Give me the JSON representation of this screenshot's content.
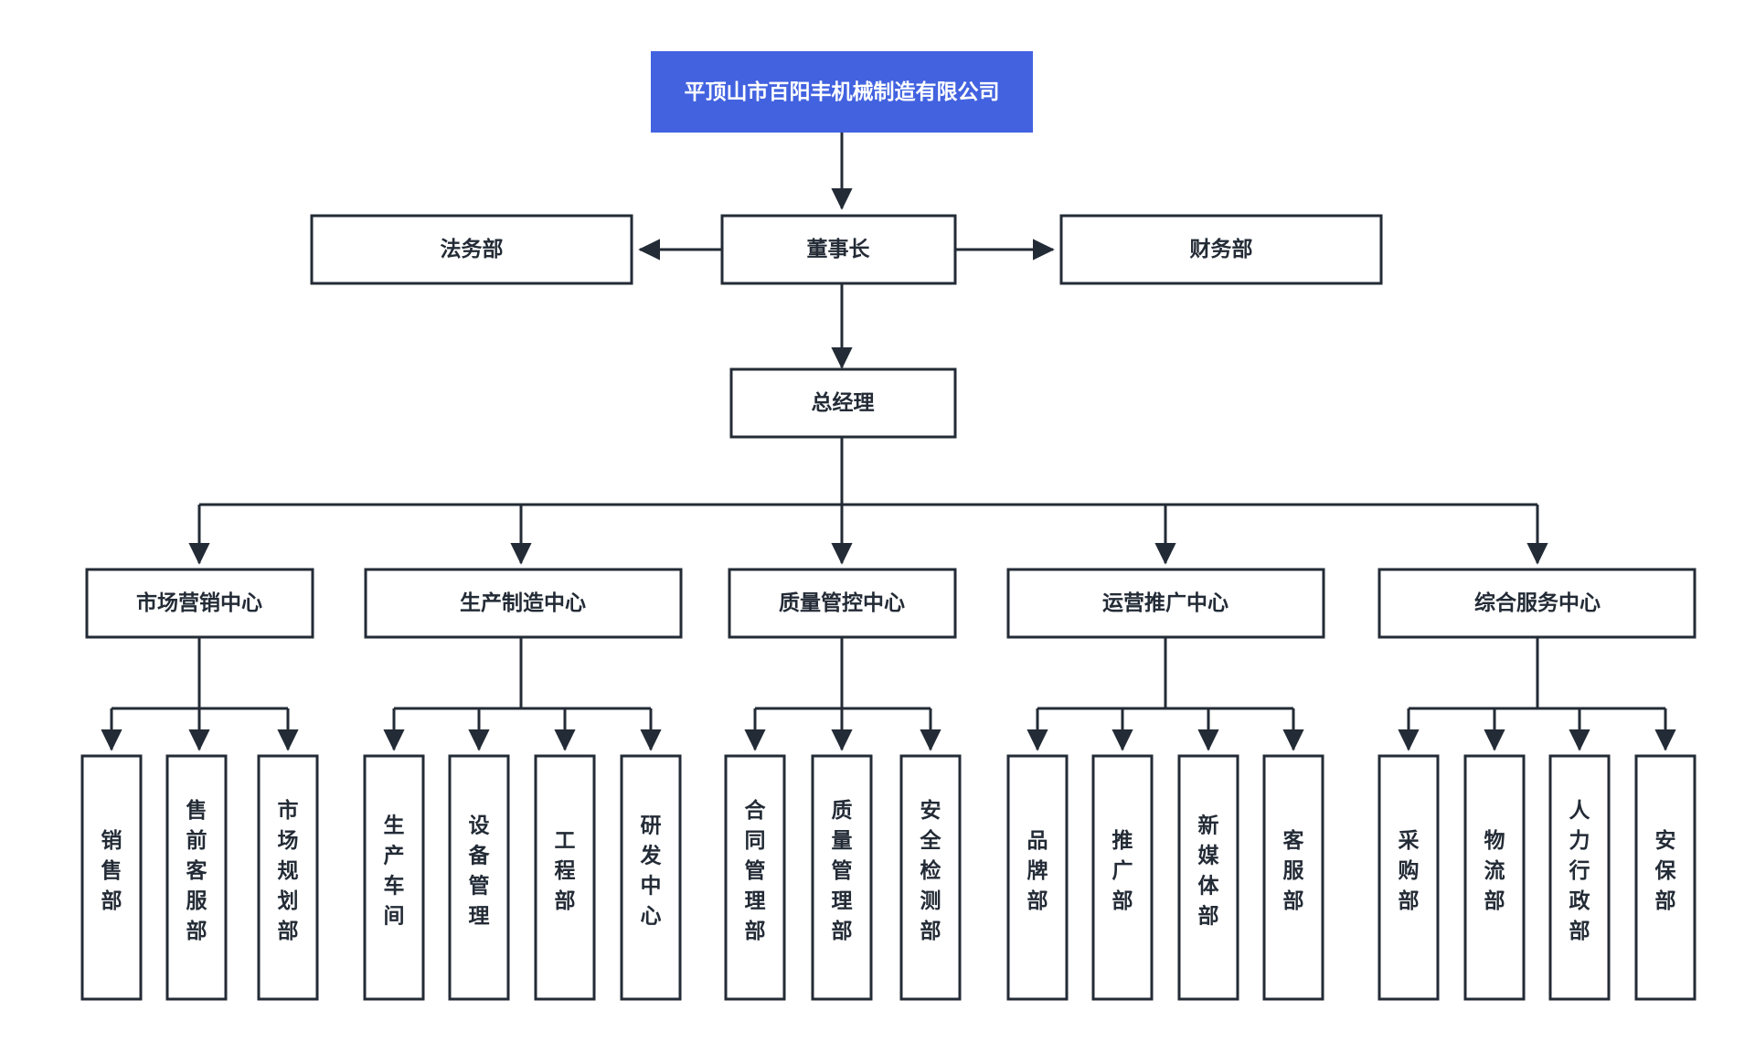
{
  "chart_data": {
    "type": "diagram",
    "title": "平顶山市百阳丰机械制造有限公司",
    "diagram_kind": "organizational-chart",
    "orientation": "top-down",
    "accent_color": "#4262e0",
    "line_color": "#232b36",
    "background": "#ffffff"
  },
  "root": {
    "label": "平顶山市百阳丰机械制造有限公司"
  },
  "level2": {
    "left": {
      "label": "法务部"
    },
    "center": {
      "label": "董事长"
    },
    "right": {
      "label": "财务部"
    }
  },
  "level3": {
    "center": {
      "label": "总经理"
    }
  },
  "centers": [
    {
      "label": "市场营销中心",
      "departments": [
        {
          "label": "销售部"
        },
        {
          "label": "售前客服部"
        },
        {
          "label": "市场规划部"
        }
      ]
    },
    {
      "label": "生产制造中心",
      "departments": [
        {
          "label": "生产车间"
        },
        {
          "label": "设备管理"
        },
        {
          "label": "工程部"
        },
        {
          "label": "研发中心"
        }
      ]
    },
    {
      "label": "质量管控中心",
      "departments": [
        {
          "label": "合同管理部"
        },
        {
          "label": "质量管理部"
        },
        {
          "label": "安全检测部"
        }
      ]
    },
    {
      "label": "运营推广中心",
      "departments": [
        {
          "label": "品牌部"
        },
        {
          "label": "推广部"
        },
        {
          "label": "新媒体部"
        },
        {
          "label": "客服部"
        }
      ]
    },
    {
      "label": "综合服务中心",
      "departments": [
        {
          "label": "采购部"
        },
        {
          "label": "物流部"
        },
        {
          "label": "人力行政部"
        },
        {
          "label": "安保部"
        }
      ]
    }
  ]
}
